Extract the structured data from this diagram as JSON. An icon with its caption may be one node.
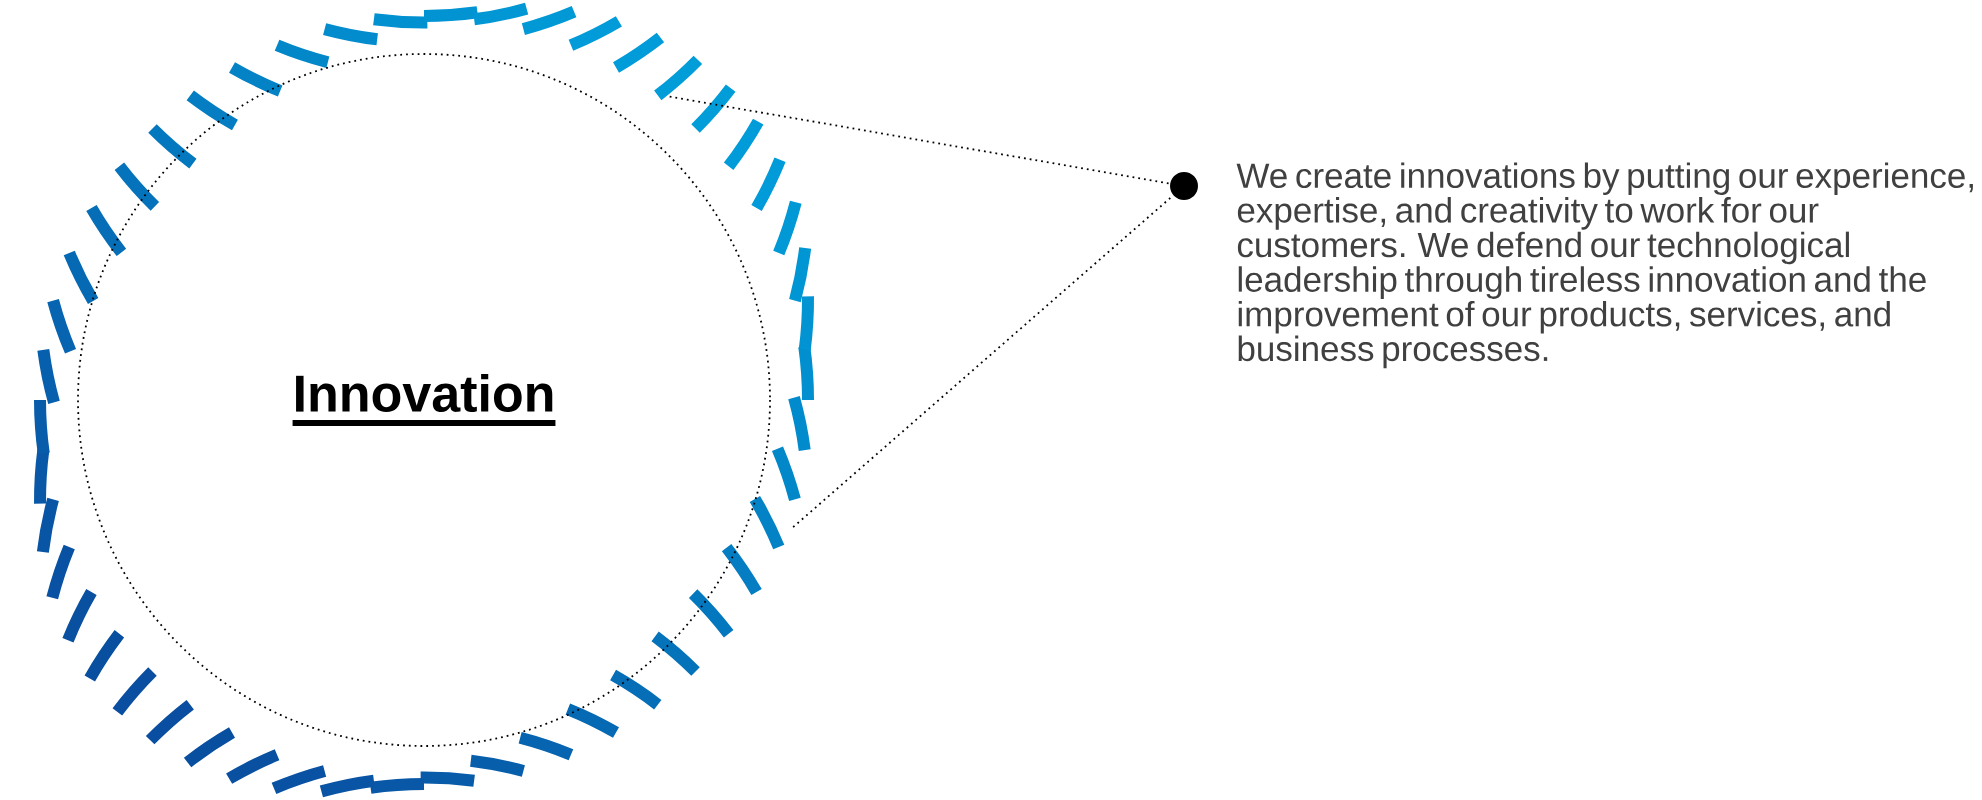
{
  "diagram": {
    "nodes": [
      {
        "text": [
          "Innovation"
        ]
      },
      {
        "text": [],
        "shape": "circle",
        "beside": [
          "We create innovations by putting our experience, expertise, and creativity to work for our customers. We defend our technological leadership through tireless innovation and the improvement of our products, services, and business processes."
        ]
      }
    ],
    "edges": [
      {
        "from": 0,
        "to": 1,
        "arrow": "none",
        "style": "dashed"
      },
      {
        "from": 0,
        "to": 1,
        "arrow": "none",
        "style": "dashed"
      }
    ]
  }
}
